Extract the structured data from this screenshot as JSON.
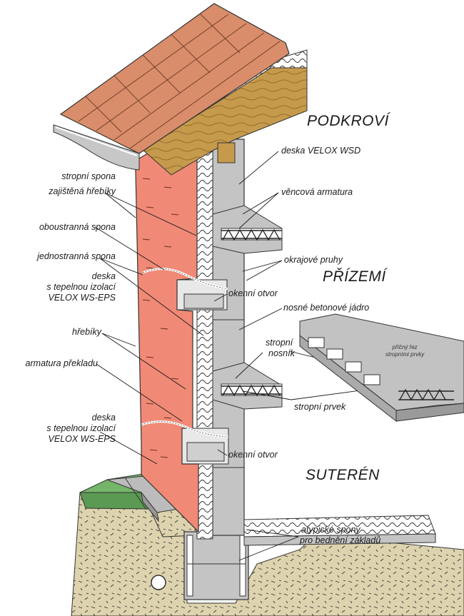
{
  "sections": {
    "attic": "PODKROVÍ",
    "ground_floor": "PŘÍZEMÍ",
    "basement": "SUTERÉN"
  },
  "labels_left": {
    "ceiling_clip_1": "stropní spona",
    "ceiling_clip_2": "zajištěná hřebíky",
    "double_clip": "oboustranná spona",
    "single_clip": "jednostranná spona",
    "board1_1": "deska",
    "board1_2": "s tepelnou izolací",
    "board1_3": "VELOX WS-EPS",
    "nails": "hřebíky",
    "lintel_reinf": "armatura překladu",
    "board2_1": "deska",
    "board2_2": "s tepelnou izolací",
    "board2_3": "VELOX WS-EPS"
  },
  "labels_right": {
    "board_wsd": "deska VELOX WSD",
    "ring_reinf": "věncová armatura",
    "edge_strips": "okrajové pruhy",
    "window_1": "okenní otvor",
    "concrete_core": "nosné betonové jádro",
    "joist_1": "stropní",
    "joist_2": "nosník",
    "ceiling_element": "stropní prvek",
    "window_2": "okenní otvor",
    "atyp_1": "atypické spony",
    "atyp_2": "pro bednění základů"
  },
  "inset": {
    "line1": "příčný řez",
    "line2": "stropními prvky"
  },
  "colors": {
    "plaster": "#f08a76",
    "tile": "#d98d6a",
    "concrete": "#c2c2c2",
    "wood": "#b88a3c",
    "grass": "#74b56a",
    "soil": "#d9cfa8"
  }
}
